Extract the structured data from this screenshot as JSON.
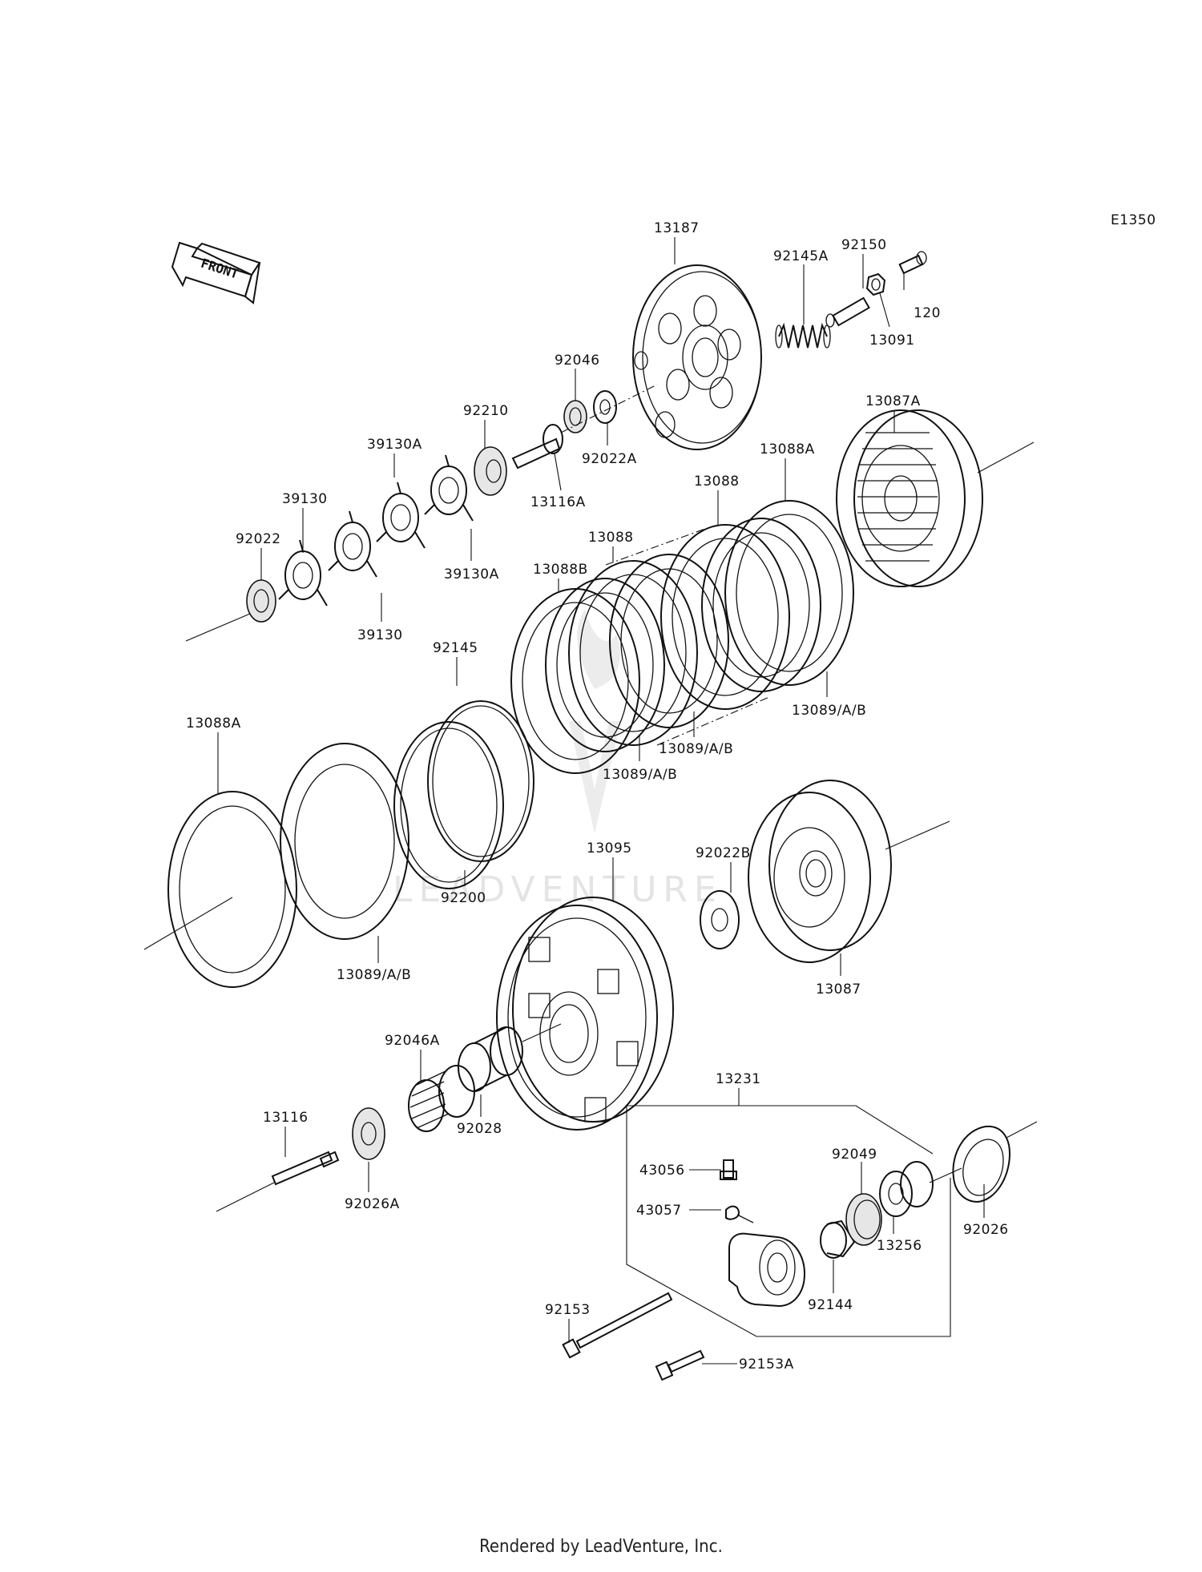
{
  "diagram": {
    "code": "E1350",
    "front_label": "FRONT",
    "watermark": "LEADVENTURE",
    "parts": [
      {
        "id": "13187",
        "label": "13187"
      },
      {
        "id": "92150",
        "label": "92150"
      },
      {
        "id": "120",
        "label": "120"
      },
      {
        "id": "92145A",
        "label": "92145A"
      },
      {
        "id": "13091",
        "label": "13091"
      },
      {
        "id": "92046",
        "label": "92046"
      },
      {
        "id": "92022A",
        "label": "92022A"
      },
      {
        "id": "92210",
        "label": "92210"
      },
      {
        "id": "13116A",
        "label": "13116A"
      },
      {
        "id": "39130A_top",
        "label": "39130A"
      },
      {
        "id": "39130_top",
        "label": "39130"
      },
      {
        "id": "92022",
        "label": "92022"
      },
      {
        "id": "39130A_bottom",
        "label": "39130A"
      },
      {
        "id": "39130_bottom",
        "label": "39130"
      },
      {
        "id": "13087A",
        "label": "13087A"
      },
      {
        "id": "13088A_top",
        "label": "13088A"
      },
      {
        "id": "13088_right",
        "label": "13088"
      },
      {
        "id": "13088_left",
        "label": "13088"
      },
      {
        "id": "13088B",
        "label": "13088B"
      },
      {
        "id": "92145",
        "label": "92145"
      },
      {
        "id": "13089_1",
        "label": "13089/A/B"
      },
      {
        "id": "13089_2",
        "label": "13089/A/B"
      },
      {
        "id": "13089_3",
        "label": "13089/A/B"
      },
      {
        "id": "13088A_left",
        "label": "13088A"
      },
      {
        "id": "92200",
        "label": "92200"
      },
      {
        "id": "13089_4",
        "label": "13089/A/B"
      },
      {
        "id": "13095",
        "label": "13095"
      },
      {
        "id": "92022B",
        "label": "92022B"
      },
      {
        "id": "13087",
        "label": "13087"
      },
      {
        "id": "92046A",
        "label": "92046A"
      },
      {
        "id": "92028",
        "label": "92028"
      },
      {
        "id": "13116",
        "label": "13116"
      },
      {
        "id": "92026A",
        "label": "92026A"
      },
      {
        "id": "13231",
        "label": "13231"
      },
      {
        "id": "43056",
        "label": "43056"
      },
      {
        "id": "43057",
        "label": "43057"
      },
      {
        "id": "92049",
        "label": "92049"
      },
      {
        "id": "92026",
        "label": "92026"
      },
      {
        "id": "13256",
        "label": "13256"
      },
      {
        "id": "92144",
        "label": "92144"
      },
      {
        "id": "92153",
        "label": "92153"
      },
      {
        "id": "92153A",
        "label": "92153A"
      }
    ]
  },
  "footer": {
    "text": "Rendered by LeadVenture, Inc."
  }
}
